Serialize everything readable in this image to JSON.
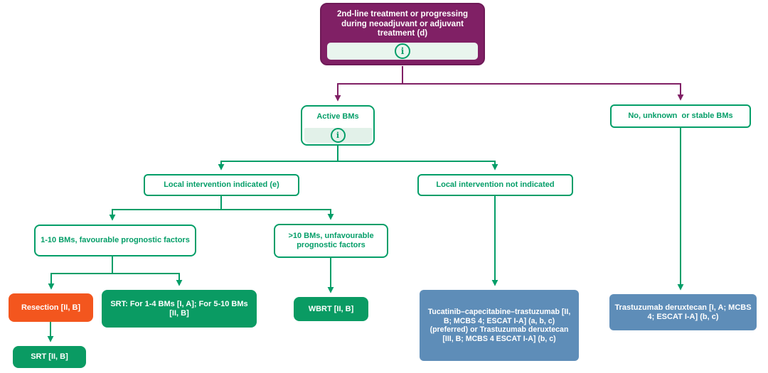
{
  "figure": {
    "description": "Treatment algorithm flowchart",
    "colors": {
      "purple": "#802065",
      "green": "#049E68",
      "green_fill": "#0A9B63",
      "light_green_band": "#E9F5EE",
      "orange": "#F3561E",
      "blue": "#5E8DB8",
      "text_on_solid": "#FFFFFF",
      "background": "#FFFFFF"
    }
  },
  "icons": {
    "info_glyph": "i"
  },
  "nodes": {
    "root": {
      "label": "2nd-line treatment or progressing during neoadjuvant or adjuvant treatment (d)"
    },
    "active_bms": {
      "label": "Active BMs"
    },
    "stable_bms": {
      "label": "No, unknown  or stable BMs"
    },
    "local_indicated": {
      "label": "Local intervention indicated (e)"
    },
    "local_not_indicated": {
      "label": "Local intervention not indicated"
    },
    "bms_1_10": {
      "label": "1-10 BMs, favourable prognostic factors"
    },
    "bms_gt_10": {
      "label": ">10 BMs, unfavourable prognostic factors"
    },
    "resection": {
      "label": "Resection [II, B]"
    },
    "srt_range": {
      "label": "SRT: For 1-4 BMs [I, A]; For 5-10 BMs [II, B]"
    },
    "srt": {
      "label": "SRT [II, B]"
    },
    "wbrt": {
      "label": "WBRT [II, B]"
    },
    "tucatinib": {
      "label": "Tucatinib–capecitabine–trastuzumab [II, B; MCBS 4; ESCAT I-A] (a, b, c) (preferred) or Trastuzumab deruxtecan [III, B; MCBS 4 ESCAT I-A] (b, c)"
    },
    "trastuzumab_deruxtecan": {
      "label": "Trastuzumab deruxtecan [I, A; MCBS 4; ESCAT I-A] (b, c)"
    }
  }
}
